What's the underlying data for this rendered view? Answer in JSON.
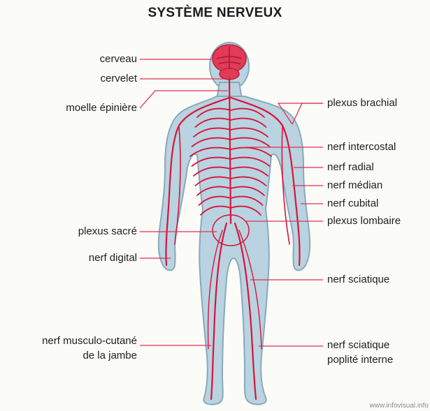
{
  "title": "SYSTÈME NERVEUX",
  "labels_left": [
    {
      "id": "cerveau",
      "text": "cerveau"
    },
    {
      "id": "cervelet",
      "text": "cervelet"
    },
    {
      "id": "moelle",
      "text": "moelle épinière"
    },
    {
      "id": "plexus-sacre",
      "text": "plexus sacré"
    },
    {
      "id": "nerf-digital",
      "text": "nerf digital"
    },
    {
      "id": "musculo-cutane",
      "text": "nerf musculo-cutané"
    },
    {
      "id": "jambe",
      "text": "de la jambe"
    }
  ],
  "labels_right": [
    {
      "id": "plexus-brachial",
      "text": "plexus brachial"
    },
    {
      "id": "intercostal",
      "text": "nerf intercostal"
    },
    {
      "id": "radial",
      "text": "nerf radial"
    },
    {
      "id": "median",
      "text": "nerf médian"
    },
    {
      "id": "cubital",
      "text": "nerf cubital"
    },
    {
      "id": "lombaire",
      "text": "plexus lombaire"
    },
    {
      "id": "sciatique",
      "text": "nerf sciatique"
    },
    {
      "id": "sciatique-poplite-1",
      "text": "nerf sciatique"
    },
    {
      "id": "sciatique-poplite-2",
      "text": "poplité interne"
    }
  ],
  "credit": "www.infovisual.info",
  "colors": {
    "body_fill": "#b9d3e0",
    "body_outline": "#8aa9bb",
    "nerve": "#d9143a",
    "brain": "#e23a57",
    "leader_line": "#e0304f"
  }
}
